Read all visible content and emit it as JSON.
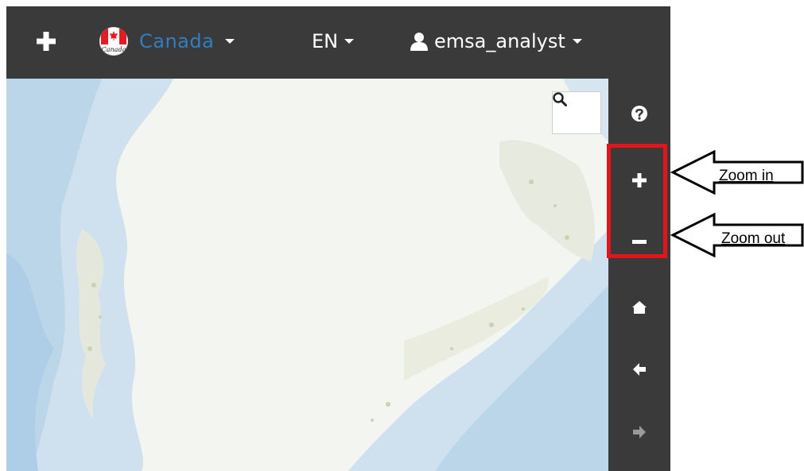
{
  "topbar": {
    "add_icon": "plus-icon",
    "country": {
      "flag_text": "Canada",
      "label": "Canada",
      "label_color": "#2f7fc1"
    },
    "language": {
      "label": "EN"
    },
    "user": {
      "icon": "user-icon",
      "label": "emsa_analyst"
    }
  },
  "map": {
    "search_icon": "search-icon"
  },
  "toolbar": {
    "buttons": [
      {
        "name": "help",
        "icon": "help-icon"
      },
      {
        "name": "zoom-in",
        "icon": "plus-icon"
      },
      {
        "name": "zoom-out",
        "icon": "minus-icon"
      },
      {
        "name": "home",
        "icon": "home-icon"
      },
      {
        "name": "back",
        "icon": "arrow-left-icon"
      },
      {
        "name": "forward",
        "icon": "arrow-right-icon"
      }
    ]
  },
  "annotations": {
    "zoom_in": "Zoom in",
    "zoom_out": "Zoom out",
    "highlight_color": "#e3151a"
  }
}
